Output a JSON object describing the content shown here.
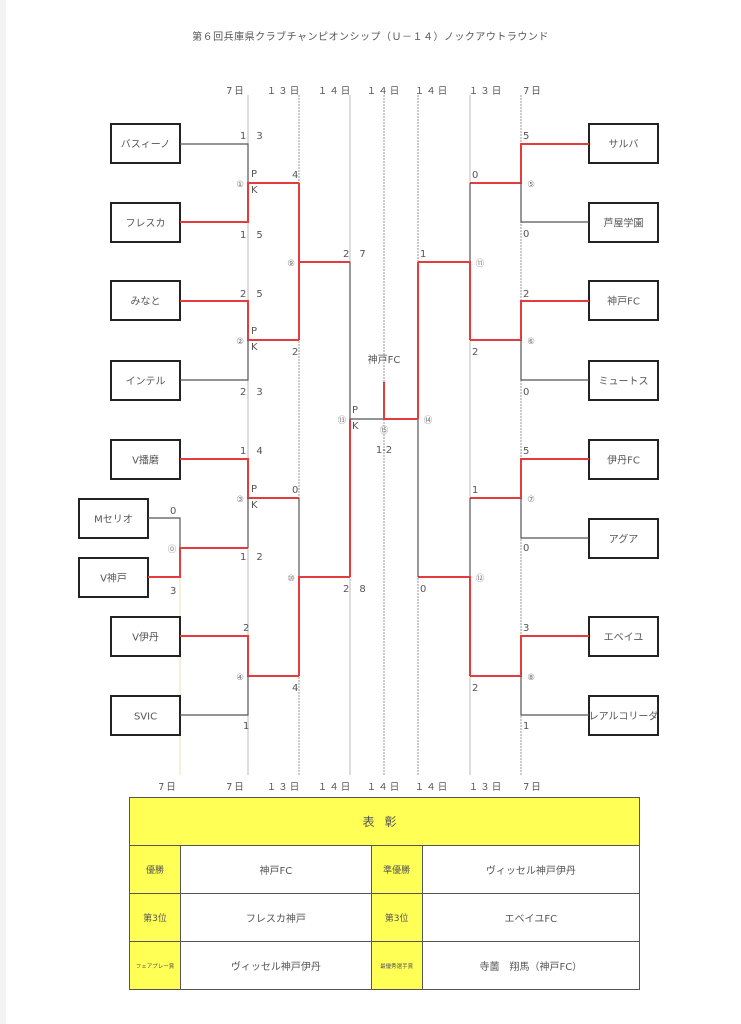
{
  "title": "第６回兵庫県クラブチャンピオンシップ（Ｕ－１４）ノックアウトラウンド",
  "day_labels_top": [
    "7日",
    "１３日",
    "１４日",
    "１４日",
    "１４日",
    "１３日",
    "7日"
  ],
  "day_labels_bottom": [
    "7日",
    "7日",
    "１３日",
    "１４日",
    "１４日",
    "１４日",
    "１３日",
    "7日"
  ],
  "colors": {
    "winner_line": "#e23c3c",
    "loser_line": "#555555",
    "award_bg": "#ffff55"
  },
  "teams_left": [
    "バスィーノ",
    "フレスカ",
    "みなと",
    "インテル",
    "V播磨",
    "Mセリオ",
    "V神戸",
    "V伊丹",
    "SVIC"
  ],
  "teams_right": [
    "サルバ",
    "芦屋学園",
    "神戸FC",
    "ミュートス",
    "伊丹FC",
    "アグア",
    "エベイユ",
    "レアルコリーダ"
  ],
  "matches": [
    {
      "id": "⓪",
      "top": "Mセリオ",
      "bottom": "V神戸",
      "top_score": "0",
      "bottom_score": "3",
      "winner": "bottom"
    },
    {
      "id": "①",
      "top": "バスィーノ",
      "bottom": "フレスカ",
      "top_score": "1　3",
      "bottom_score": "1　5",
      "pk": true,
      "winner": "bottom"
    },
    {
      "id": "②",
      "top": "みなと",
      "bottom": "インテル",
      "top_score": "2　5",
      "bottom_score": "2　3",
      "pk": true,
      "winner": "top"
    },
    {
      "id": "③",
      "top": "V播磨",
      "bottom": "⓪勝者",
      "top_score": "1　4",
      "bottom_score": "1　2",
      "pk": true,
      "winner": "top"
    },
    {
      "id": "④",
      "top": "V伊丹",
      "bottom": "SVIC",
      "top_score": "2",
      "bottom_score": "1",
      "winner": "top"
    },
    {
      "id": "⑤",
      "top": "サルバ",
      "bottom": "芦屋学園",
      "top_score": "5",
      "bottom_score": "0",
      "winner": "top"
    },
    {
      "id": "⑥",
      "top": "神戸FC",
      "bottom": "ミュートス",
      "top_score": "2",
      "bottom_score": "0",
      "winner": "top"
    },
    {
      "id": "⑦",
      "top": "伊丹FC",
      "bottom": "アグア",
      "top_score": "5",
      "bottom_score": "0",
      "winner": "top"
    },
    {
      "id": "⑧",
      "top": "エベイユ",
      "bottom": "レアルコリーダ",
      "top_score": "3",
      "bottom_score": "1",
      "winner": "top"
    },
    {
      "id": "⑨",
      "top_score": "4",
      "bottom_score": "2",
      "winner": "top"
    },
    {
      "id": "⑩",
      "top_score": "0",
      "bottom_score": "4",
      "winner": "bottom"
    },
    {
      "id": "⑪",
      "top_score": "0",
      "bottom_score": "2",
      "winner": "bottom"
    },
    {
      "id": "⑫",
      "top_score": "1",
      "bottom_score": "2",
      "winner": "bottom"
    },
    {
      "id": "⑬",
      "top_score": "2　7",
      "bottom_score": "2　8",
      "pk": true,
      "winner": "bottom"
    },
    {
      "id": "⑭",
      "top_score": "1",
      "bottom_score": "0",
      "winner": "top"
    },
    {
      "id": "⑮",
      "score": "1-2",
      "winner": "right",
      "champion": "神戸FC"
    }
  ],
  "pk_label": [
    "P",
    "K"
  ],
  "awards": {
    "header": "表彰",
    "rows": [
      {
        "label1": "優勝",
        "value1": "神戸FC",
        "label2": "準優勝",
        "value2": "ヴィッセル神戸伊丹"
      },
      {
        "label1": "第3位",
        "value1": "フレスカ神戸",
        "label2": "第3位",
        "value2": "エベイユFC"
      },
      {
        "label1": "フェアプレー賞",
        "value1": "ヴィッセル神戸伊丹",
        "label2": "最優秀選手賞",
        "value2": "寺薗　翔馬（神戸FC）"
      }
    ]
  }
}
